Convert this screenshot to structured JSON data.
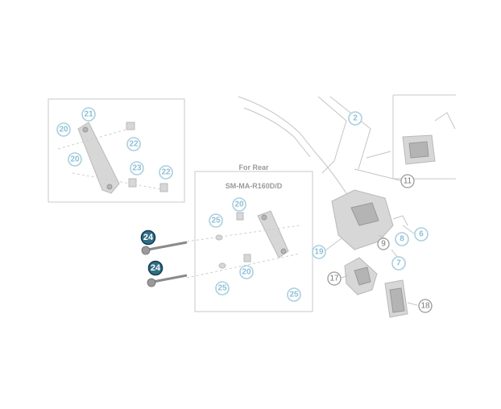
{
  "diagram": {
    "labels": {
      "for_rear": "For Rear",
      "adapter_model": "SM-MA-R160D/D"
    },
    "callouts": [
      {
        "id": "21",
        "style": "normal"
      },
      {
        "id": "20",
        "style": "normal"
      },
      {
        "id": "22",
        "style": "normal"
      },
      {
        "id": "20",
        "style": "normal"
      },
      {
        "id": "23",
        "style": "normal"
      },
      {
        "id": "22",
        "style": "normal"
      },
      {
        "id": "2",
        "style": "normal"
      },
      {
        "id": "11",
        "style": "gray"
      },
      {
        "id": "20",
        "style": "normal"
      },
      {
        "id": "25",
        "style": "normal"
      },
      {
        "id": "20",
        "style": "normal"
      },
      {
        "id": "25",
        "style": "normal"
      },
      {
        "id": "25",
        "style": "normal"
      },
      {
        "id": "24",
        "style": "highlight"
      },
      {
        "id": "24",
        "style": "highlight"
      },
      {
        "id": "19",
        "style": "normal"
      },
      {
        "id": "9",
        "style": "normal"
      },
      {
        "id": "8",
        "style": "normal"
      },
      {
        "id": "7",
        "style": "normal"
      },
      {
        "id": "6",
        "style": "normal"
      },
      {
        "id": "17",
        "style": "gray"
      },
      {
        "id": "18",
        "style": "gray"
      }
    ]
  }
}
